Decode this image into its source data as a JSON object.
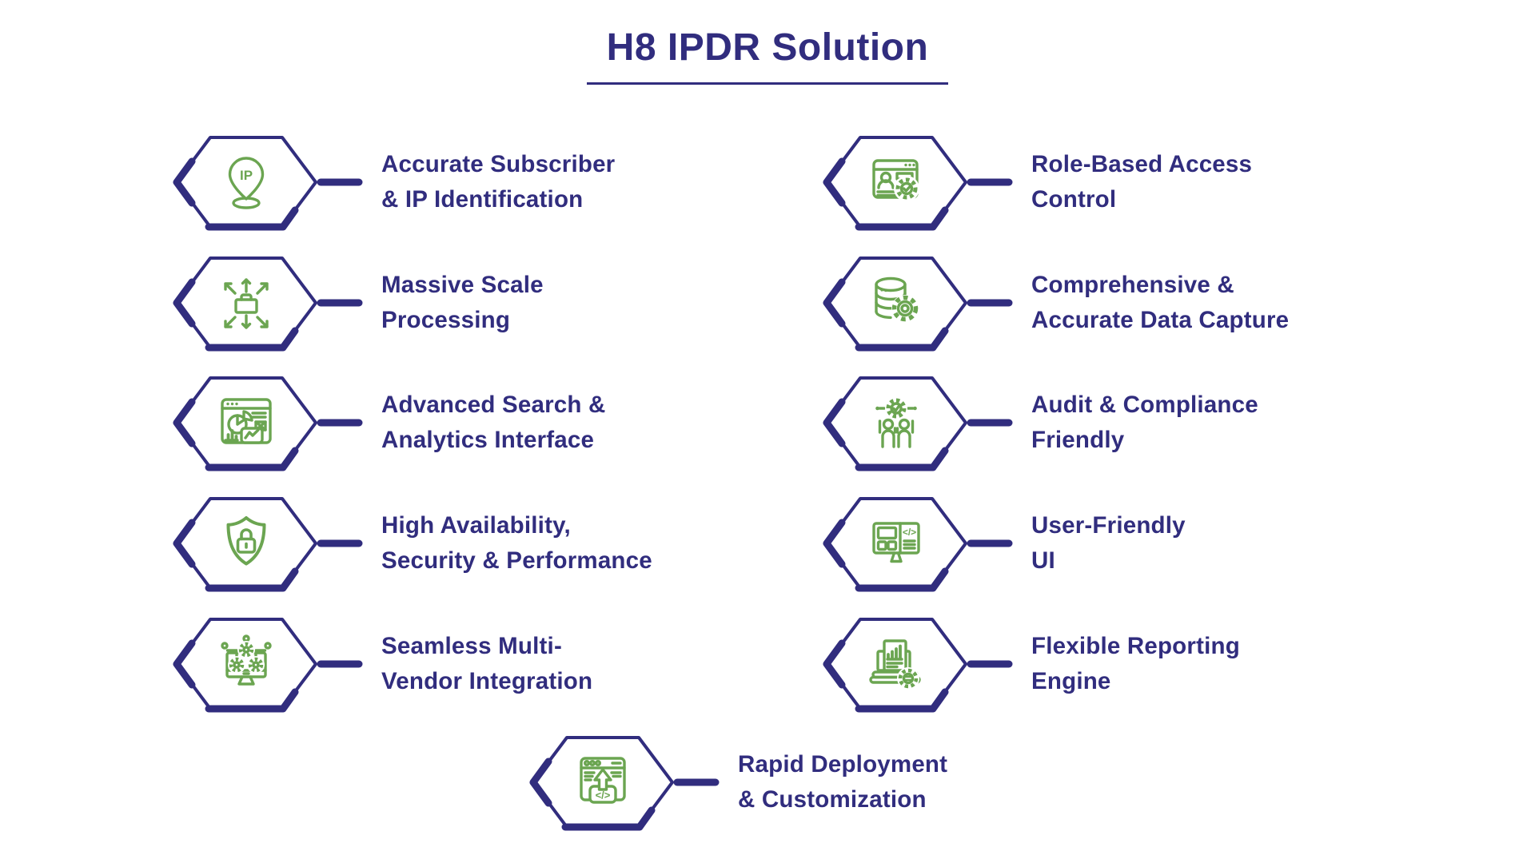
{
  "title": "H8 IPDR Solution",
  "colors": {
    "navy": "#312d7e",
    "green": "#6ba551",
    "background": "#ffffff"
  },
  "items": [
    {
      "icon": "ip-location-pin-icon",
      "lines": [
        "Accurate Subscriber",
        "& IP Identification"
      ]
    },
    {
      "icon": "scale-out-arrows-icon",
      "lines": [
        "Massive Scale",
        "Processing"
      ]
    },
    {
      "icon": "analytics-dashboard-icon",
      "lines": [
        "Advanced Search &",
        "Analytics Interface"
      ]
    },
    {
      "icon": "shield-lock-icon",
      "lines": [
        "High Availability,",
        "Security & Performance"
      ]
    },
    {
      "icon": "multi-gear-monitor-icon",
      "lines": [
        "Seamless Multi-",
        "Vendor Integration"
      ]
    },
    {
      "icon": "role-access-browser-icon",
      "lines": [
        "Role-Based Access",
        "Control"
      ]
    },
    {
      "icon": "database-gear-icon",
      "lines": [
        "Comprehensive &",
        "Accurate Data Capture"
      ]
    },
    {
      "icon": "audit-team-gear-icon",
      "lines": [
        "Audit & Compliance",
        "Friendly"
      ]
    },
    {
      "icon": "ui-monitor-icon",
      "lines": [
        "User-Friendly",
        "UI"
      ]
    },
    {
      "icon": "reporting-laptop-icon",
      "lines": [
        "Flexible Reporting",
        "Engine"
      ]
    },
    {
      "icon": "rapid-deploy-code-icon",
      "lines": [
        "Rapid Deployment",
        "& Customization"
      ]
    }
  ]
}
